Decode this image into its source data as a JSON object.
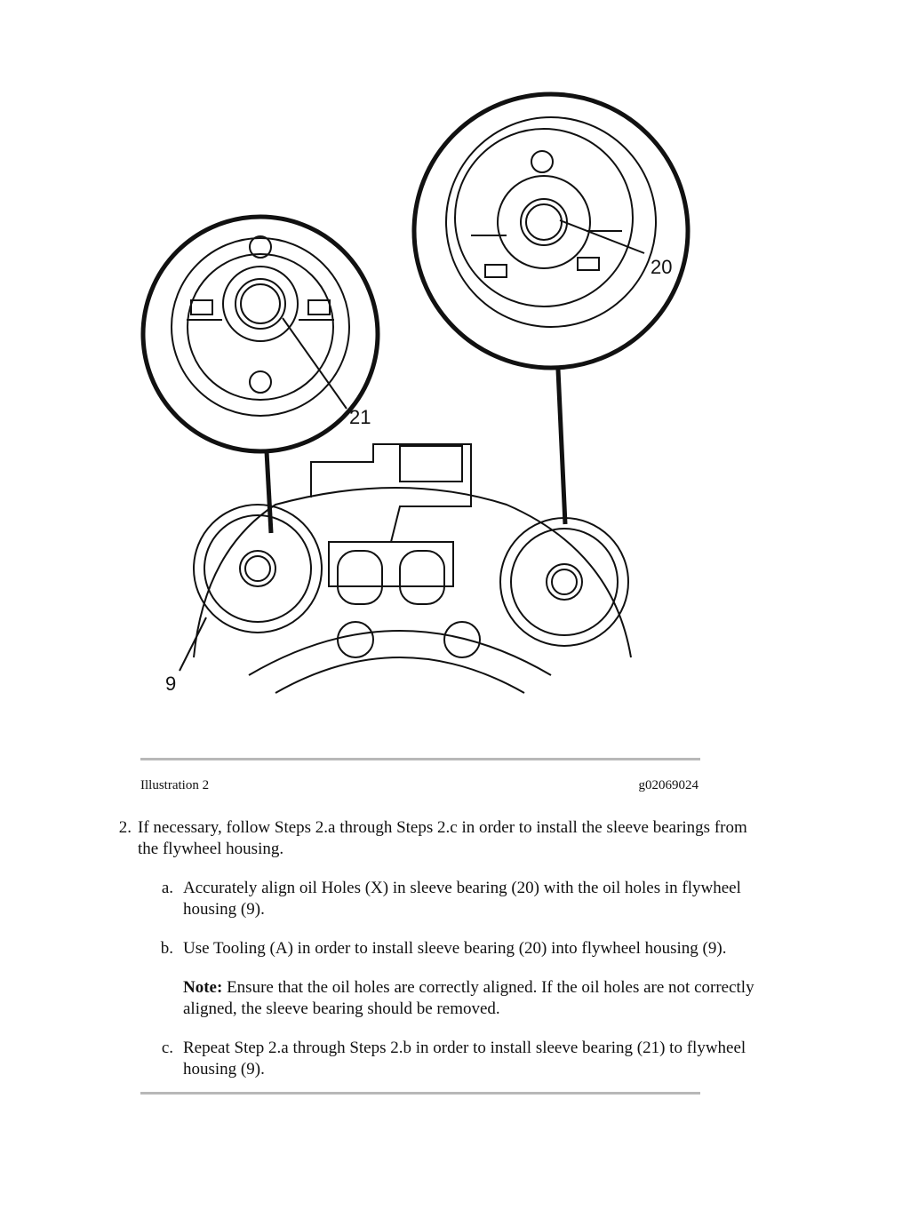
{
  "figure": {
    "callouts": {
      "c20": "20",
      "c21": "21",
      "c9": "9"
    }
  },
  "caption": {
    "left": "Illustration 2",
    "right": "g02069024"
  },
  "step2": {
    "number": "2.",
    "text_line1": "If necessary, follow Steps 2.a through Steps 2.c in order to install the sleeve bearings from",
    "text_line2": "the flywheel housing."
  },
  "substeps": [
    {
      "letter": "a.",
      "line1": "Accurately align oil Holes (X) in sleeve bearing (20) with the oil holes in flywheel",
      "line2": "housing (9)."
    },
    {
      "letter": "b.",
      "line1": "Use Tooling (A) in order to install sleeve bearing (20) into flywheel housing (9)."
    },
    {
      "letter": "c.",
      "line1": "Repeat Step 2.a through Steps 2.b in order to install sleeve bearing (21) to flywheel",
      "line2": "housing (9)."
    }
  ],
  "note": {
    "label": "Note:",
    "line1": " Ensure that the oil holes are correctly aligned. If the oil holes are not correctly",
    "line2": "aligned, the sleeve bearing should be removed."
  }
}
